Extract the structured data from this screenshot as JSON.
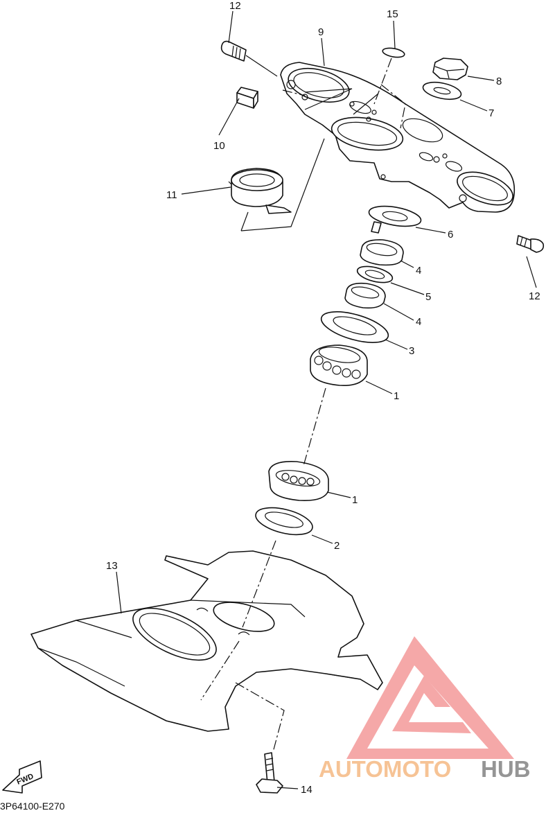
{
  "diagram": {
    "drawing_code": "3P64100-E270",
    "callouts": [
      {
        "id": "c12a",
        "label": "12"
      },
      {
        "id": "c9",
        "label": "9"
      },
      {
        "id": "c15",
        "label": "15"
      },
      {
        "id": "c8",
        "label": "8"
      },
      {
        "id": "c7",
        "label": "7"
      },
      {
        "id": "c10",
        "label": "10"
      },
      {
        "id": "c11",
        "label": "11"
      },
      {
        "id": "c6",
        "label": "6"
      },
      {
        "id": "c12b",
        "label": "12"
      },
      {
        "id": "c4a",
        "label": "4"
      },
      {
        "id": "c5",
        "label": "5"
      },
      {
        "id": "c4b",
        "label": "4"
      },
      {
        "id": "c3",
        "label": "3"
      },
      {
        "id": "c1a",
        "label": "1"
      },
      {
        "id": "c1b",
        "label": "1"
      },
      {
        "id": "c2",
        "label": "2"
      },
      {
        "id": "c13",
        "label": "13"
      },
      {
        "id": "c14",
        "label": "14"
      }
    ],
    "direction_badge": "FWD"
  },
  "watermark": {
    "text_a": "AUTOMOTO",
    "text_b": "HUB",
    "color_logo": "#f28b8b",
    "color_text_a": "#f6bd8a",
    "color_text_b": "#8a8a8a"
  }
}
